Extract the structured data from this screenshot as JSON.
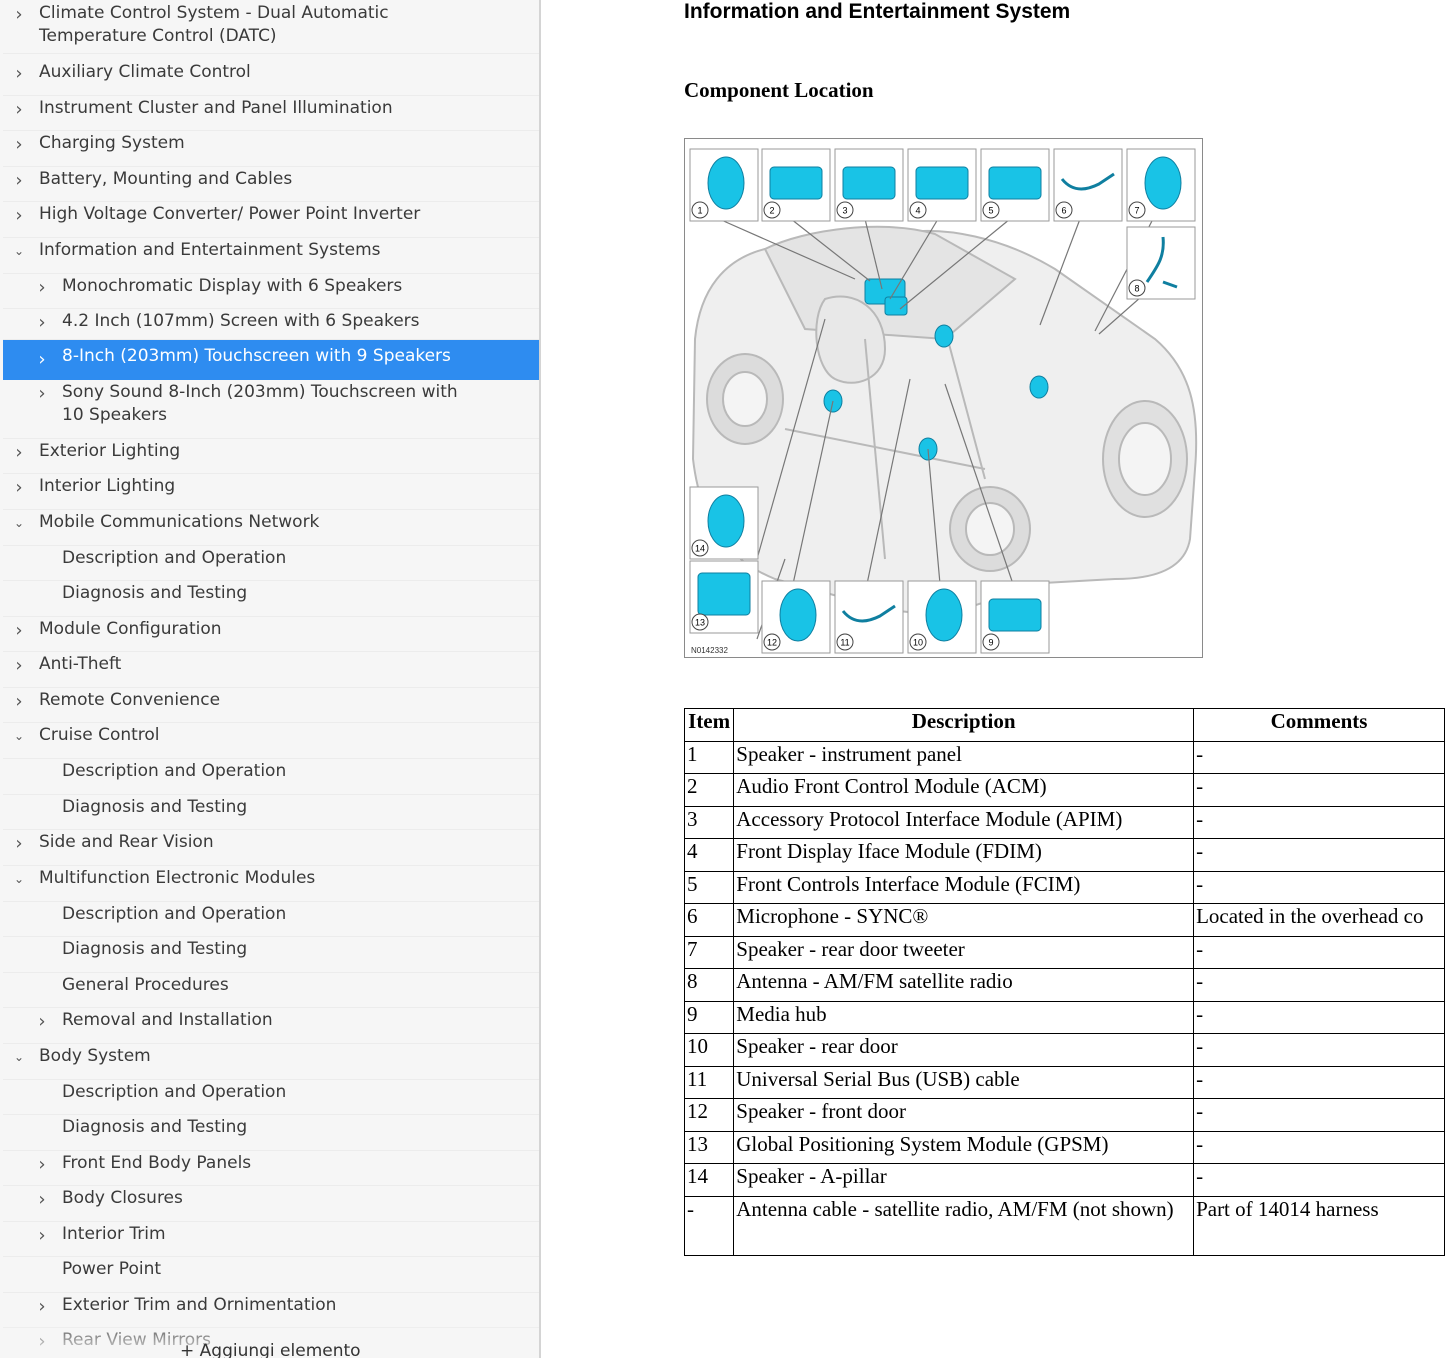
{
  "sidebar": {
    "items": [
      {
        "label": "Climate Control System - Dual Automatic Temperature Control (DATC)",
        "level": 0,
        "chevron": "right"
      },
      {
        "label": "Auxiliary Climate Control",
        "level": 0,
        "chevron": "right"
      },
      {
        "label": "Instrument Cluster and Panel Illumination",
        "level": 0,
        "chevron": "right"
      },
      {
        "label": "Charging System",
        "level": 0,
        "chevron": "right"
      },
      {
        "label": "Battery, Mounting and Cables",
        "level": 0,
        "chevron": "right"
      },
      {
        "label": "High Voltage Converter/ Power Point Inverter",
        "level": 0,
        "chevron": "right"
      },
      {
        "label": "Information and Entertainment Systems",
        "level": 0,
        "chevron": "down"
      },
      {
        "label": "Monochromatic Display with 6 Speakers",
        "level": 1,
        "chevron": "right"
      },
      {
        "label": "4.2 Inch (107mm) Screen with 6 Speakers",
        "level": 1,
        "chevron": "right"
      },
      {
        "label": "8-Inch (203mm) Touchscreen with 9 Speakers",
        "level": 1,
        "chevron": "right",
        "selected": true
      },
      {
        "label": "Sony Sound 8-Inch (203mm) Touchscreen with 10 Speakers",
        "level": 1,
        "chevron": "right"
      },
      {
        "label": "Exterior Lighting",
        "level": 0,
        "chevron": "right"
      },
      {
        "label": "Interior Lighting",
        "level": 0,
        "chevron": "right"
      },
      {
        "label": "Mobile Communications Network",
        "level": 0,
        "chevron": "down"
      },
      {
        "label": "Description and Operation",
        "level": 1,
        "chevron": ""
      },
      {
        "label": "Diagnosis and Testing",
        "level": 1,
        "chevron": ""
      },
      {
        "label": "Module Configuration",
        "level": 0,
        "chevron": "right"
      },
      {
        "label": "Anti-Theft",
        "level": 0,
        "chevron": "right"
      },
      {
        "label": "Remote Convenience",
        "level": 0,
        "chevron": "right"
      },
      {
        "label": "Cruise Control",
        "level": 0,
        "chevron": "down"
      },
      {
        "label": "Description and Operation",
        "level": 1,
        "chevron": ""
      },
      {
        "label": "Diagnosis and Testing",
        "level": 1,
        "chevron": ""
      },
      {
        "label": "Side and Rear Vision",
        "level": 0,
        "chevron": "right"
      },
      {
        "label": "Multifunction Electronic Modules",
        "level": 0,
        "chevron": "down"
      },
      {
        "label": "Description and Operation",
        "level": 1,
        "chevron": ""
      },
      {
        "label": "Diagnosis and Testing",
        "level": 1,
        "chevron": ""
      },
      {
        "label": "General Procedures",
        "level": 1,
        "chevron": ""
      },
      {
        "label": "Removal and Installation",
        "level": 1,
        "chevron": "right"
      },
      {
        "label": "Body System",
        "level": 0,
        "chevron": "down"
      },
      {
        "label": "Description and Operation",
        "level": 1,
        "chevron": ""
      },
      {
        "label": "Diagnosis and Testing",
        "level": 1,
        "chevron": ""
      },
      {
        "label": "Front End Body Panels",
        "level": 1,
        "chevron": "right"
      },
      {
        "label": "Body Closures",
        "level": 1,
        "chevron": "right"
      },
      {
        "label": "Interior Trim",
        "level": 1,
        "chevron": "right"
      },
      {
        "label": "Power Point",
        "level": 1,
        "chevron": ""
      },
      {
        "label": "Exterior Trim and Ornimentation",
        "level": 1,
        "chevron": "right"
      },
      {
        "label": "Rear View Mirrors",
        "level": 1,
        "chevron": "right"
      }
    ],
    "add_item_label": "Aggiungi elemento",
    "add_item_icon": "+",
    "selected_color": "#2e8cf0"
  },
  "document": {
    "title": "Information and Entertainment System",
    "section_title": "Component Location",
    "diagram": {
      "figure_code": "N0142332",
      "callouts": [
        "1",
        "2",
        "3",
        "4",
        "5",
        "6",
        "7",
        "8",
        "9",
        "10",
        "11",
        "12",
        "13",
        "14"
      ],
      "component_color": "#19c3e6"
    },
    "table": {
      "headers": [
        "Item",
        "Description",
        "Comments"
      ],
      "rows": [
        [
          "1",
          "Speaker - instrument panel",
          "-"
        ],
        [
          "2",
          "Audio Front Control Module (ACM)",
          "-"
        ],
        [
          "3",
          "Accessory Protocol Interface Module (APIM)",
          "-"
        ],
        [
          "4",
          "Front Display Iface Module (FDIM)",
          "-"
        ],
        [
          "5",
          "Front Controls Interface Module (FCIM)",
          "-"
        ],
        [
          "6",
          "Microphone - SYNC®",
          "Located in the overhead co"
        ],
        [
          "7",
          "Speaker - rear door tweeter",
          "-"
        ],
        [
          "8",
          "Antenna - AM/FM satellite radio",
          "-"
        ],
        [
          "9",
          "Media hub",
          "-"
        ],
        [
          "10",
          "Speaker - rear door",
          "-"
        ],
        [
          "11",
          "Universal Serial Bus (USB) cable",
          "-"
        ],
        [
          "12",
          "Speaker - front door",
          "-"
        ],
        [
          "13",
          "Global Positioning System Module (GPSM)",
          "-"
        ],
        [
          "14",
          "Speaker - A-pillar",
          "-"
        ],
        [
          "-",
          "Antenna cable - satellite radio, AM/FM (not shown)",
          "Part of 14014 harness"
        ]
      ]
    }
  }
}
